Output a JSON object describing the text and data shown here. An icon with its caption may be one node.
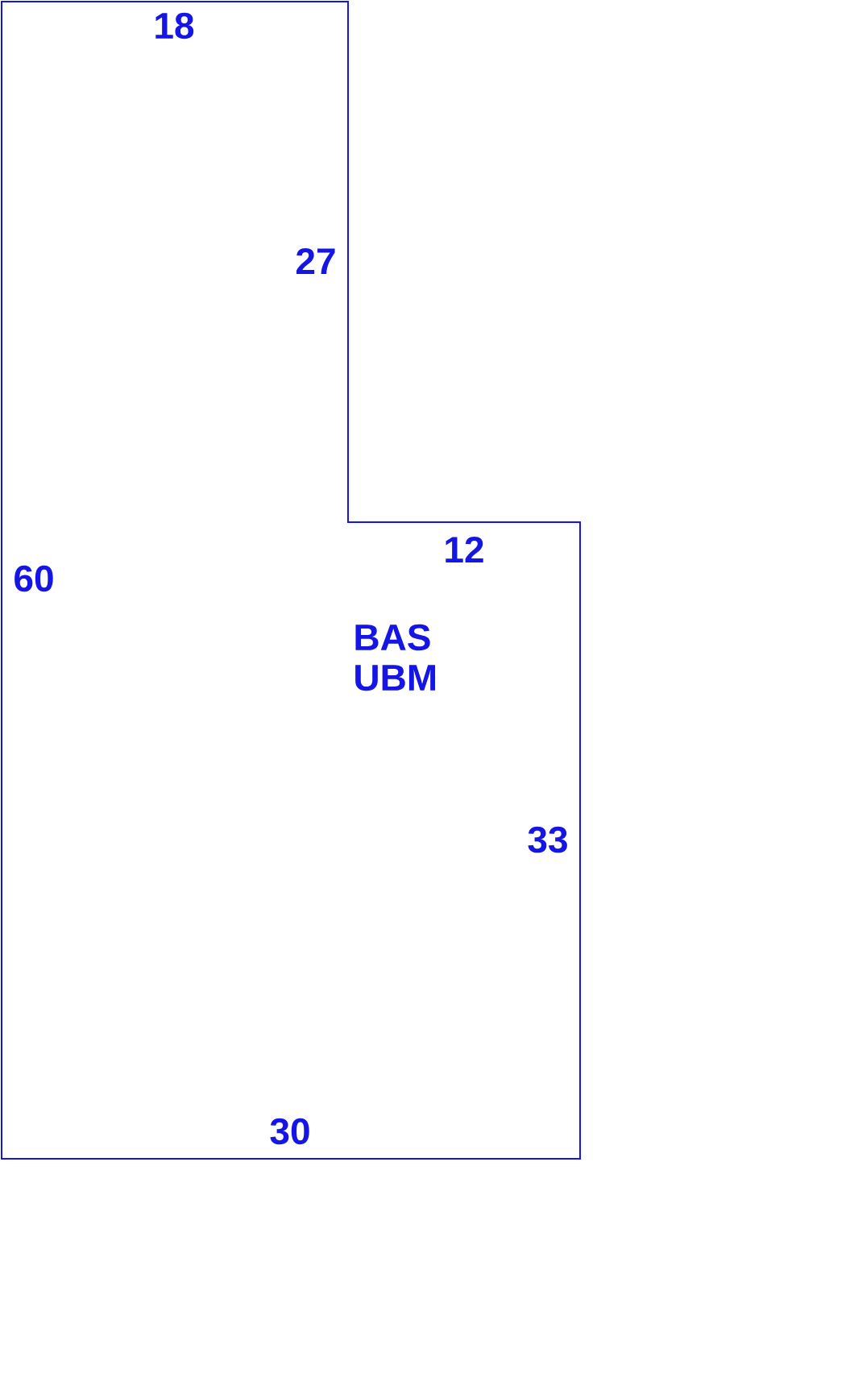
{
  "diagram": {
    "nodes": [
      {
        "text": [
          "BAS UBM"
        ]
      }
    ],
    "labels": [
      "18",
      "27",
      "12",
      "60",
      "33",
      "30"
    ]
  }
}
